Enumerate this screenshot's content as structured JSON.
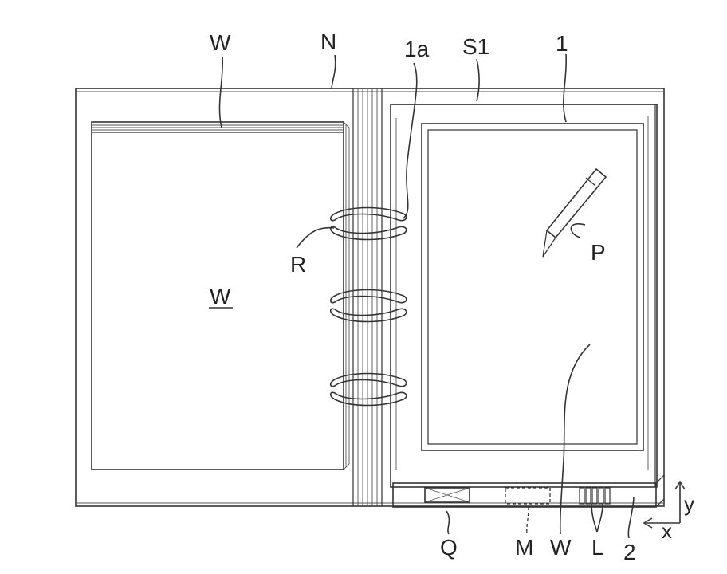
{
  "labels": {
    "sheet_top": "W",
    "notebook": "N",
    "ring_edge": "1a",
    "state": "S1",
    "device": "1",
    "ring": "R",
    "pen": "P",
    "sheet_left": "W",
    "sheet_bottom": "W",
    "button_q": "Q",
    "module_m": "M",
    "indicator_l": "L",
    "base": "2",
    "axis_x": "x",
    "axis_y": "y"
  }
}
